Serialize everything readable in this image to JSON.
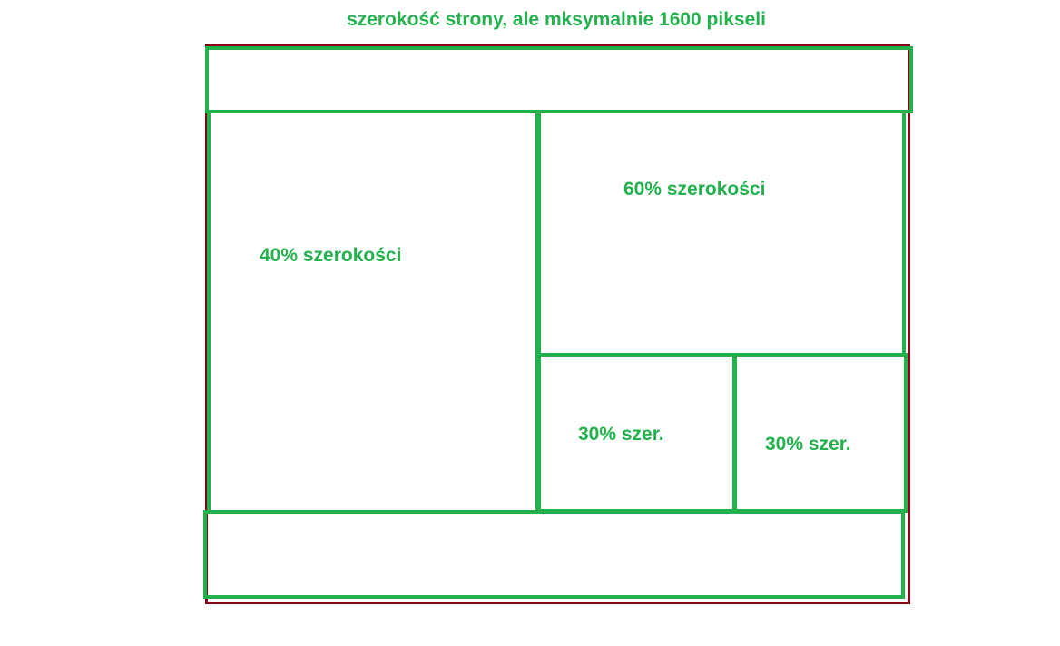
{
  "diagram": {
    "title": "szerokość strony, ale mksymalnie 1600 pikseli",
    "sections": {
      "header": "",
      "left_column": "40% szerokości",
      "right_top": "60% szerokości",
      "right_bottom_left": "30% szer.",
      "right_bottom_right": "30% szer.",
      "footer": ""
    },
    "colors": {
      "box_stroke": "#22b14c",
      "label_text": "#22b14c",
      "outer_frame": "#880015",
      "background": "#ffffff"
    }
  }
}
